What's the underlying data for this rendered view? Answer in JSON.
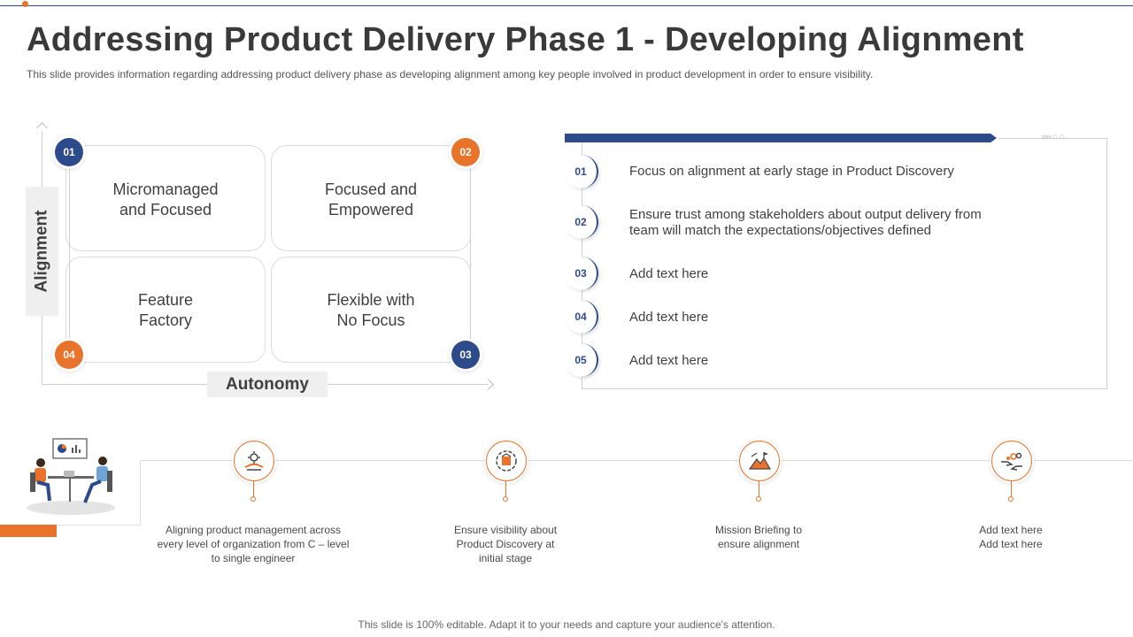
{
  "header": {
    "title": "Addressing Product Delivery Phase 1 - Developing Alignment",
    "subtitle": "This slide provides information regarding addressing product delivery phase as developing alignment among key people involved  in product development in order to ensure visibility."
  },
  "matrix": {
    "y_label": "Alignment",
    "x_label": "Autonomy",
    "cells": [
      {
        "badge": "01",
        "text_line1": "Micromanaged",
        "text_line2": "and Focused"
      },
      {
        "badge": "02",
        "text_line1": "Focused and",
        "text_line2": "Empowered"
      },
      {
        "badge": "04",
        "text_line1": "Feature",
        "text_line2": "Factory"
      },
      {
        "badge": "03",
        "text_line1": "Flexible with",
        "text_line2": "No Focus"
      }
    ]
  },
  "list": {
    "items": [
      {
        "num": "01",
        "text": "Focus on alignment at early stage in Product Discovery"
      },
      {
        "num": "02",
        "text": "Ensure trust among stakeholders about output delivery from team will match the expectations/objectives defined"
      },
      {
        "num": "03",
        "text": "Add text here"
      },
      {
        "num": "04",
        "text": "Add text here"
      },
      {
        "num": "05",
        "text": "Add text here"
      }
    ]
  },
  "timeline": {
    "steps": [
      {
        "icon": "gear-wrench-icon",
        "text": "Aligning product management across every level of organization from C – level to single engineer"
      },
      {
        "icon": "visibility-box-icon",
        "text": "Ensure visibility about Product Discovery at initial stage"
      },
      {
        "icon": "mountain-flag-icon",
        "text": "Mission Briefing to ensure alignment"
      },
      {
        "icon": "hands-gears-icon",
        "text": "Add text here Add text here"
      }
    ]
  },
  "footer": {
    "note": "This slide is 100% editable. Adapt it to your needs and capture your audience's attention."
  },
  "colors": {
    "accent_blue": "#2d4a8a",
    "accent_orange": "#e8732a"
  }
}
